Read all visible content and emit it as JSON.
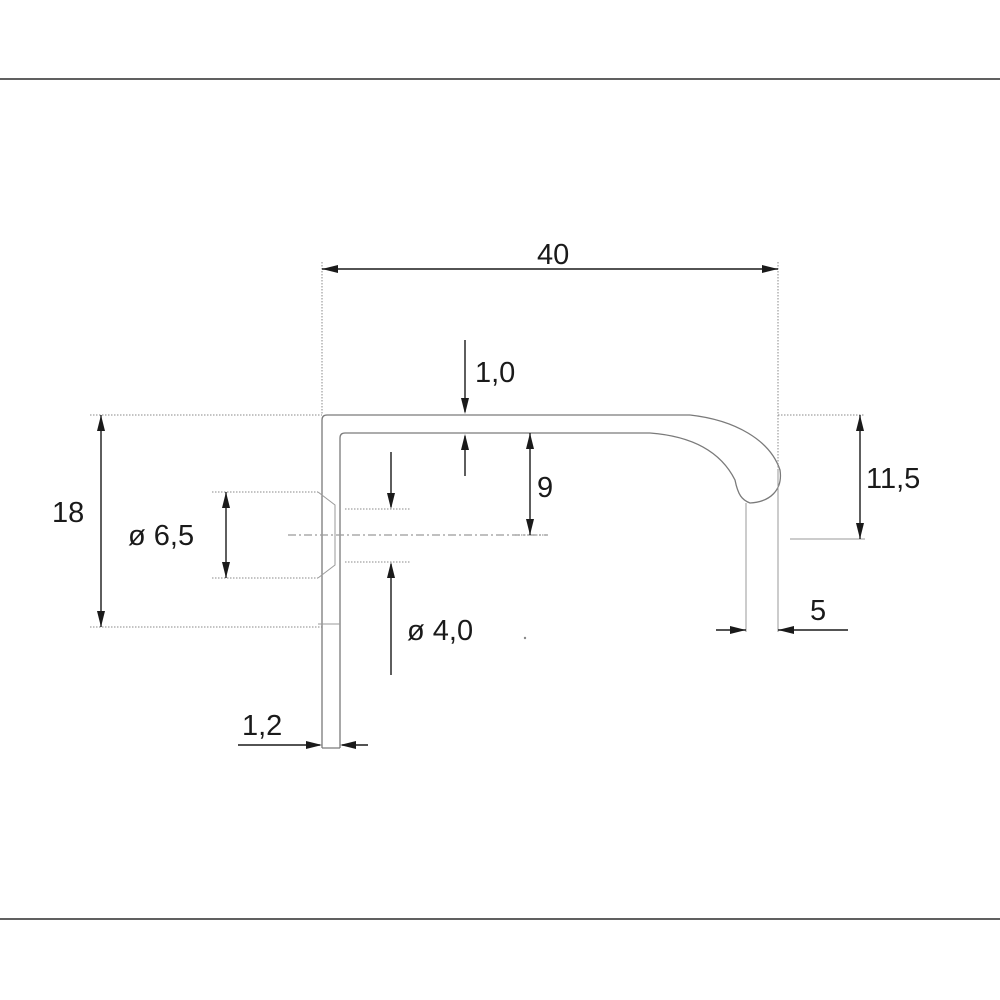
{
  "drawing": {
    "dimensions": {
      "overall_width": "40",
      "top_thickness": "1,0",
      "overall_height": "18",
      "hole_large": "ø 6,5",
      "hole_small": "ø 4,0",
      "inner_depth": "9",
      "lip_height": "11,5",
      "lip_gap": "5",
      "wall_thickness": "1,2"
    }
  }
}
